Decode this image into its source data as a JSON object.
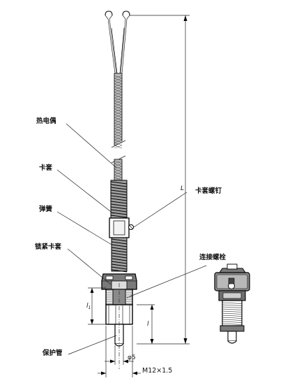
{
  "labels": {
    "thermocouple": "热电偶",
    "ferrule": "卡套",
    "spring": "弹簧",
    "locking_ferrule": "锁紧卡套",
    "protection_tube": "保护管",
    "ferrule_screw": "卡套螺钉",
    "connecting_bolt": "连接螺栓"
  },
  "dimensions": {
    "length": "L",
    "l1": "l",
    "l1_sub": "1",
    "l": "l",
    "diameter": "φ5",
    "thread": "M12×1.5"
  }
}
